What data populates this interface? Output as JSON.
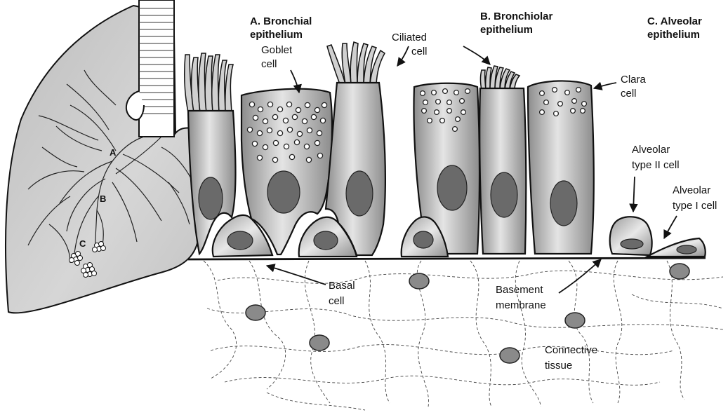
{
  "headers": {
    "bronchial": [
      "A. Bronchial",
      "epithelium"
    ],
    "bronchiolar": [
      "B. Bronchiolar",
      "epithelium"
    ],
    "alveolar": [
      "C. Alveolar",
      "epithelium"
    ]
  },
  "labels": {
    "goblet": [
      "Goblet",
      "cell"
    ],
    "ciliated": [
      "Ciliated",
      "cell"
    ],
    "clara": [
      "Clara",
      "cell"
    ],
    "type2": [
      "Alveolar",
      "type II cell"
    ],
    "type1": [
      "Alveolar",
      "type I cell"
    ],
    "basal": [
      "Basal",
      "cell"
    ],
    "basement": [
      "Basement",
      "membrane"
    ],
    "connective": [
      "Connective",
      "tissue"
    ]
  },
  "lung_markers": [
    "A",
    "B",
    "C"
  ],
  "colors": {
    "cell_dark": "#8a8a8a",
    "cell_light": "#e6e6e6",
    "nucleus": "#6a6a6a",
    "lung": "#cfcfcf"
  }
}
